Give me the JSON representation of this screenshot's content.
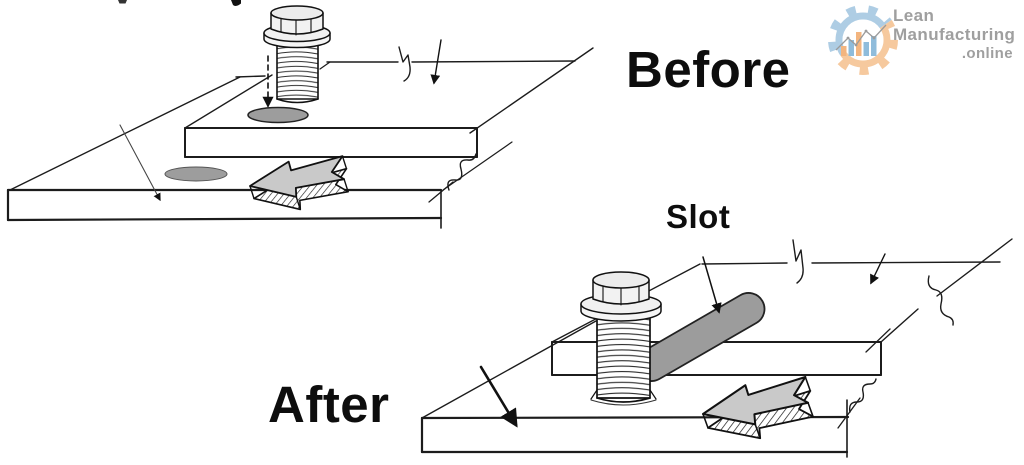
{
  "page": {
    "background": "#ffffff"
  },
  "labels": {
    "before": "Before",
    "after": "After",
    "slot": "Slot"
  },
  "logo": {
    "line1": "Lean",
    "line2": "Manufacturing",
    "line3": ".online",
    "icon": "gear-bar-chart-icon"
  },
  "colors": {
    "gear_blue": "#aecde4",
    "gear_orange": "#f6c99e",
    "bar_blue": "#8fbcdb",
    "bar_orange": "#f3b57f",
    "chart_line_gray": "#9b9b9b",
    "logo_text_gray": "#9f9f9f",
    "label_black": "#0d0d0d",
    "slot_gray": "#9c9c9c",
    "hole_gray": "#9d9d9d",
    "arrow_face_gray": "#c9c9c9",
    "line_black": "#1c1c1c"
  },
  "figures": {
    "before": {
      "parts": "bolt, upper-plate-with-round-hole, lower-plate-with-round-hole, drop-in-dashed-arrow, slide-block-arrow"
    },
    "after": {
      "parts": "bolt, upper-plate-with-slot, lower-plate, slot-pointer-arrow, slide-block-arrow"
    }
  }
}
